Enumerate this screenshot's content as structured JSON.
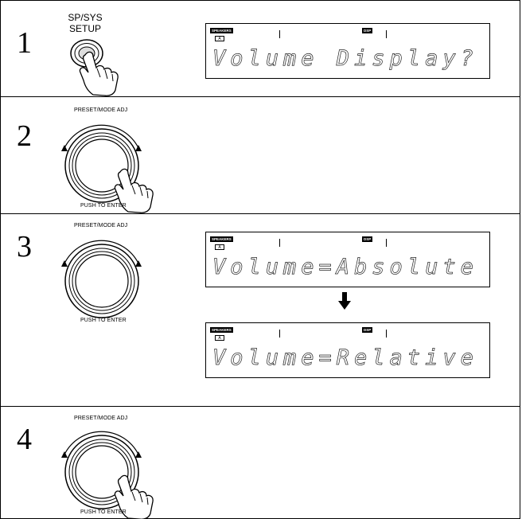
{
  "steps": [
    {
      "number": "1",
      "button_label_line1": "SP/SYS",
      "button_label_line2": "SETUP",
      "display": {
        "indicator_speakers": "SPEAKERS",
        "indicator_a": "A",
        "indicator_dsp": "DSP",
        "text": "Volume Display?"
      }
    },
    {
      "number": "2",
      "dial_top_label": "PRESET/MODE ADJ",
      "dial_bottom_label": "PUSH TO ENTER"
    },
    {
      "number": "3",
      "dial_top_label": "PRESET/MODE ADJ",
      "dial_bottom_label": "PUSH TO ENTER",
      "display_before": {
        "indicator_speakers": "SPEAKERS",
        "indicator_a": "A",
        "indicator_dsp": "DSP",
        "text": "Volume=Absolute"
      },
      "display_after": {
        "indicator_speakers": "SPEAKERS",
        "indicator_a": "A",
        "indicator_dsp": "DSP",
        "text": "Volume=Relative"
      }
    },
    {
      "number": "4",
      "dial_top_label": "PRESET/MODE ADJ",
      "dial_bottom_label": "PUSH TO ENTER"
    }
  ],
  "icons": {
    "hand": "pointing-hand-icon",
    "arrow": "arrow-down-icon",
    "dial": "dial-knob-icon"
  }
}
